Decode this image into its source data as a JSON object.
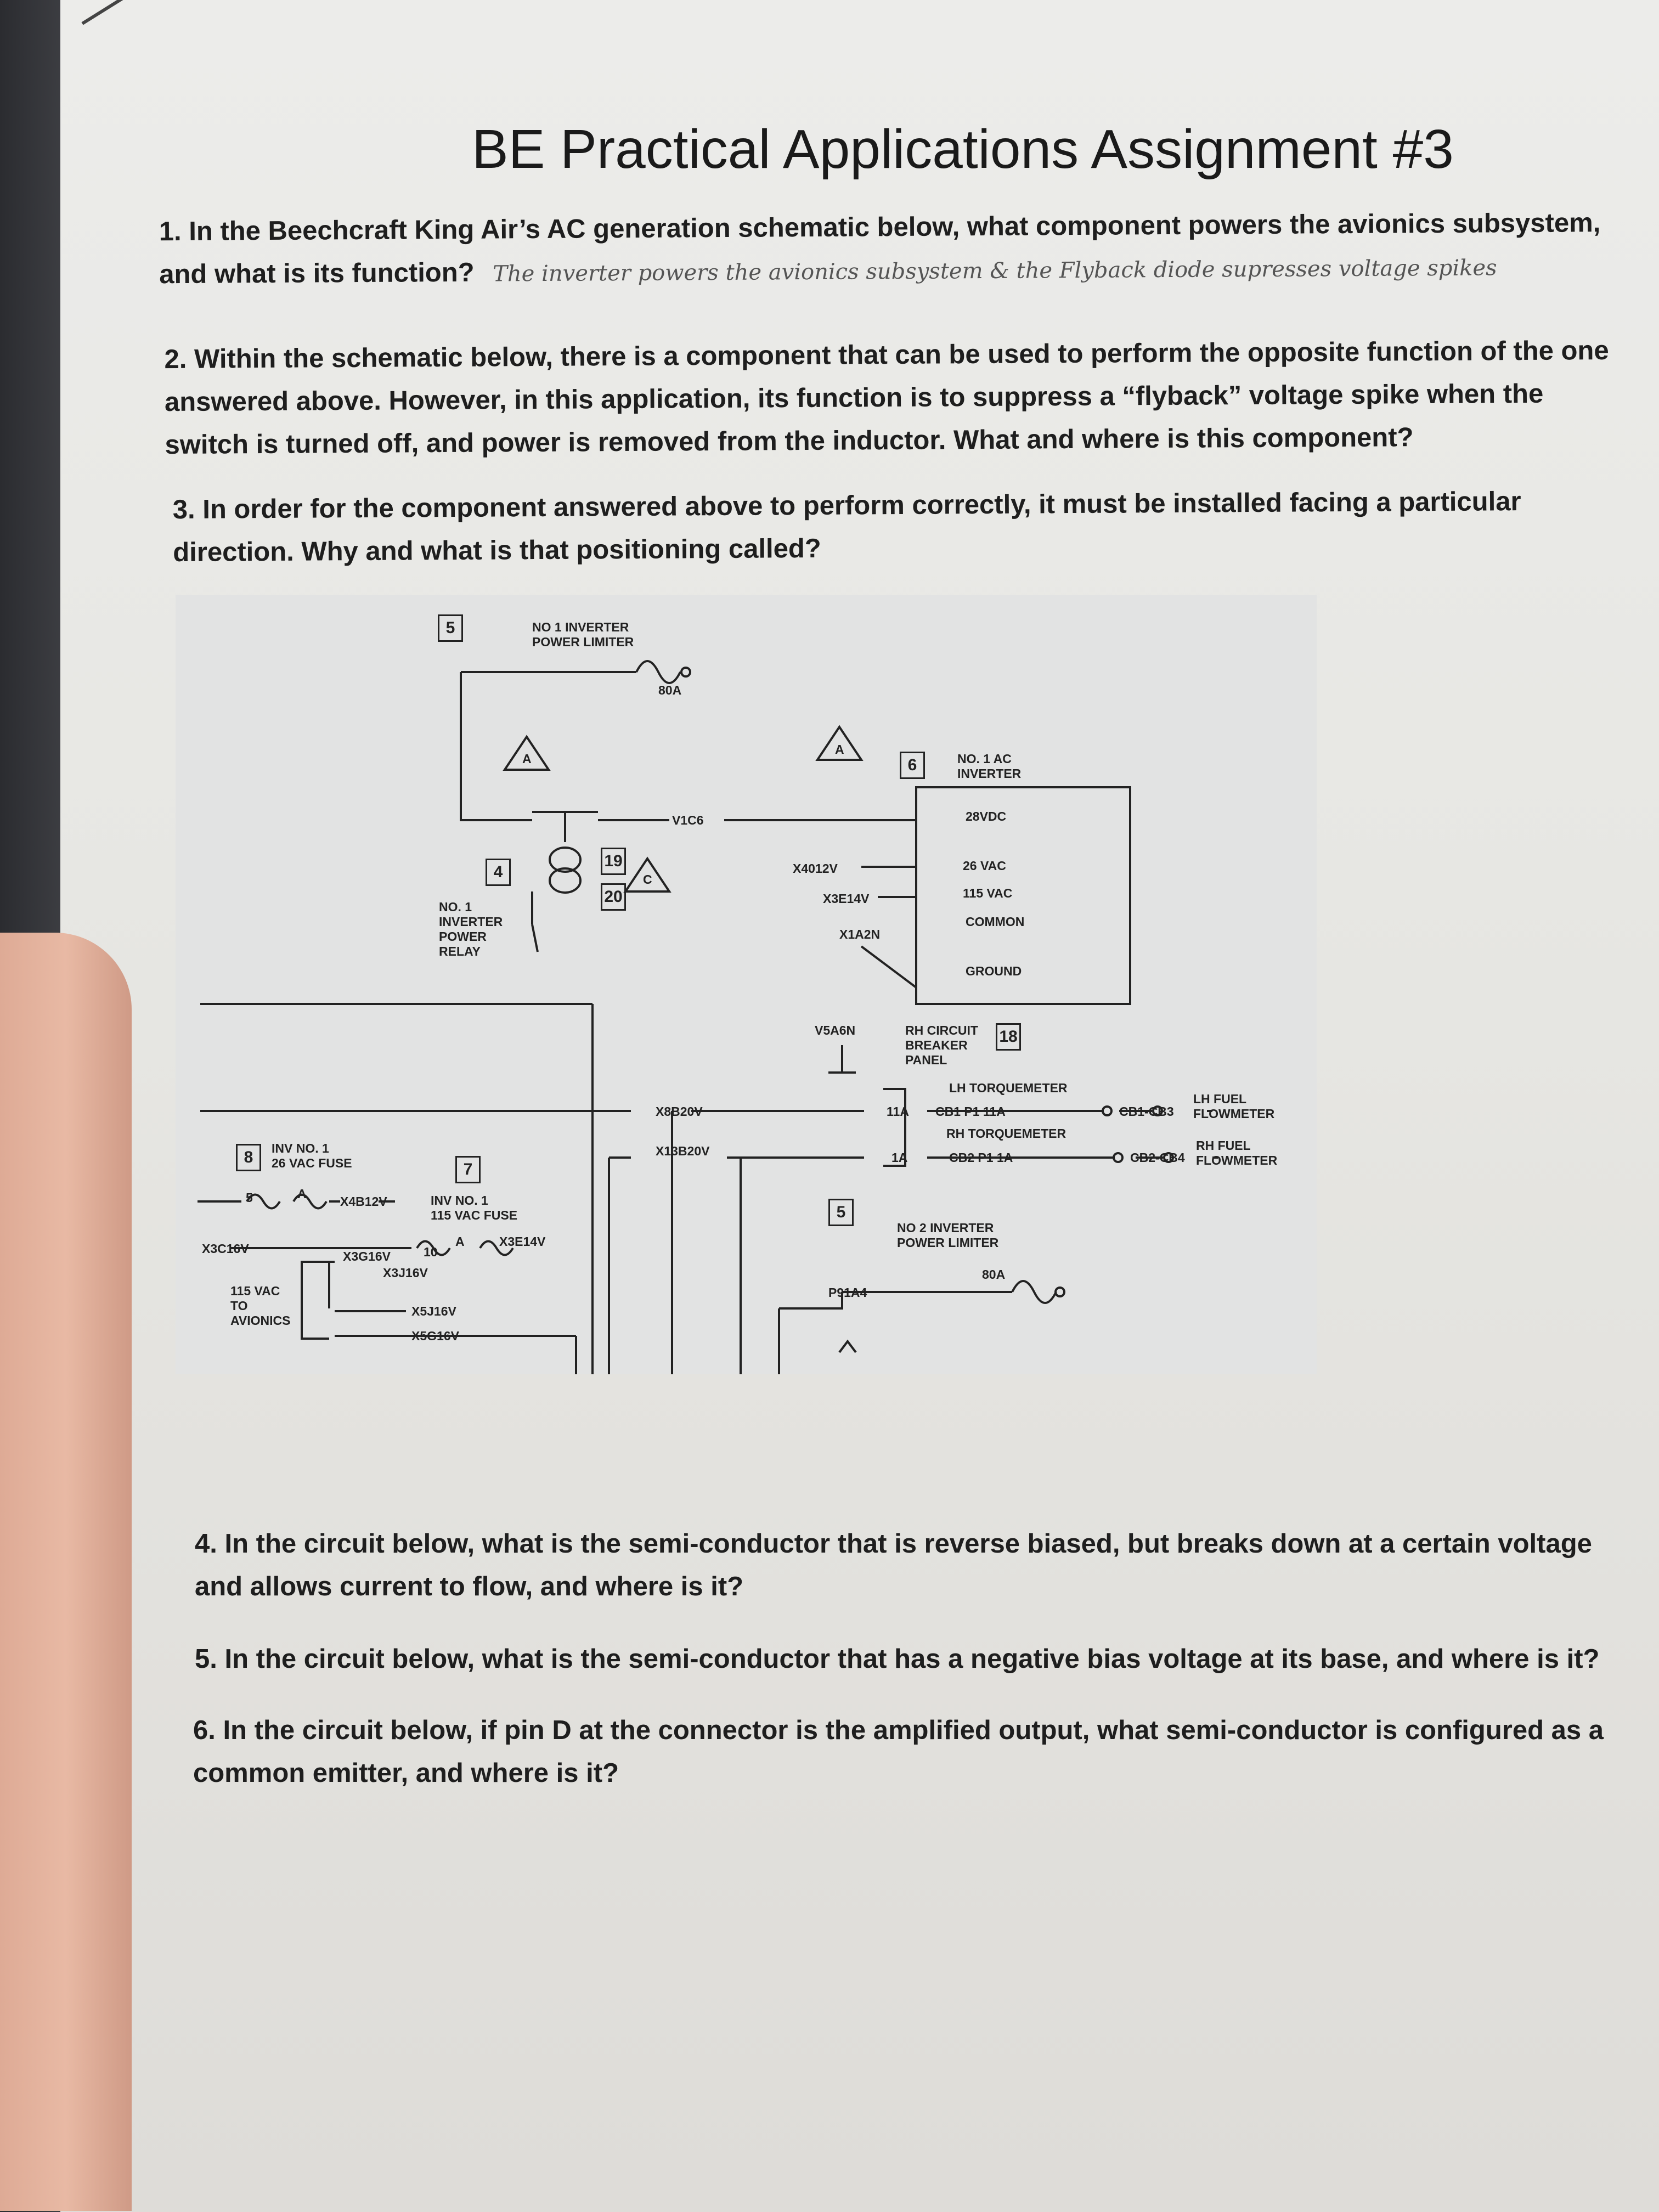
{
  "title": "BE Practical Applications Assignment #3",
  "questions": [
    {
      "num": "1.",
      "text": "In the Beechcraft King Air’s AC generation schematic below, what component powers the avionics subsystem, and what is its function?",
      "answer": "The inverter powers the avionics subsystem & the Flyback diode supresses voltage spikes"
    },
    {
      "num": "2.",
      "text": "Within the schematic below, there is a component that can be used to perform the opposite function of the one answered above. However, in this application, its function is to suppress a “flyback” voltage spike when the switch is turned off, and power is removed from the inductor. What and where is this component?"
    },
    {
      "num": "3.",
      "text": "In order for the component answered above to perform correctly, it must be installed facing a particular direction. Why and what is that positioning called?"
    },
    {
      "num": "4.",
      "text": "In the circuit below, what is the semi-conductor that is reverse biased, but breaks down at a certain voltage and allows current to flow, and where is it?"
    },
    {
      "num": "5.",
      "text": "In the circuit below, what is the semi-conductor that has a negative bias voltage at its base, and where is it?"
    },
    {
      "num": "6.",
      "text": "In the circuit below, if pin D at the connector is the amplified output, what semi-conductor is configured as a common emitter, and where is it?"
    }
  ],
  "schematic": {
    "box_numbers": [
      "5",
      "4",
      "19",
      "20",
      "7",
      "8",
      "6",
      "18",
      "5"
    ],
    "labels": {
      "inv_power_limiter": "NO 1 INVERTER\nPOWER LIMITER",
      "amp80a_1": "80A",
      "tri_a1": "A",
      "tri_a2": "A",
      "tri_c": "C",
      "v1c6": "V1C6",
      "relay": "NO. 1\nINVERTER\nPOWER\nRELAY",
      "x4012v": "X4012V",
      "x3e14v_top": "X3E14V",
      "x1a2n": "X1A2N",
      "no1_ac_inv": "NO. 1 AC\nINVERTER",
      "vdc28": "28VDC",
      "vac26": "26 VAC",
      "vac115": "115 VAC",
      "common": "COMMON",
      "ground": "GROUND",
      "v5a6n": "V5A6N",
      "rh_cb_panel": "RH CIRCUIT\nBREAKER\nPANEL",
      "lh_torq": "LH TORQUEMETER",
      "cb1": "CB1 P1 11A",
      "cb1cb3": "CB1-CB3",
      "lh_fuel": "LH FUEL\nFLOWMETER",
      "rh_torq": "RH TORQUEMETER",
      "cb2": "CB2 P1 1A",
      "cb2cb4": "CB2-CB4",
      "rh_fuel": "RH FUEL\nFLOWMETER",
      "a11": "11A",
      "a1": "1A",
      "x8b20v": "X8B20V",
      "x13b20v": "X13B20V",
      "inv_no1_26": "INV NO. 1\n26 VAC FUSE",
      "x4b12v": "X4B12V",
      "inv_no1_115": "INV NO. 1\n115 VAC FUSE",
      "x3e14v_bot": "X3E14V",
      "x3c16v": "X3C16V",
      "x3g16v": "X3G16V",
      "x3j16v": "X3J16V",
      "ten": "10",
      "five": "5",
      "a_small": "A",
      "a_small2": "A",
      "vac115_avionics": "115 VAC\nTO\nAVIONICS",
      "x5j16v": "X5J16V",
      "x5g16v": "X5G16V",
      "no2_limiter": "NO 2 INVERTER\nPOWER LIMITER",
      "amp80a_2": "80A",
      "p91a4": "P91A4"
    }
  }
}
